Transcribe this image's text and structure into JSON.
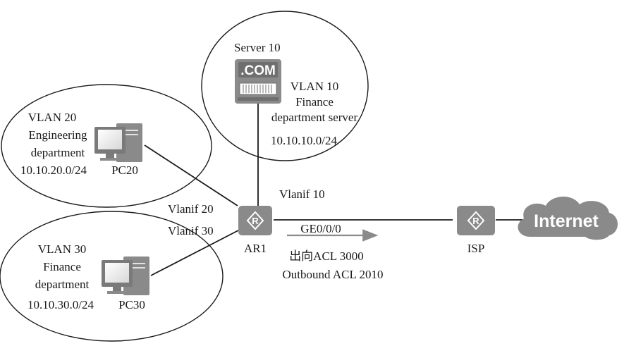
{
  "zones": {
    "server": {
      "title": "Server 10",
      "vlan": "VLAN 10",
      "line1": "Finance",
      "line2": "department server",
      "subnet": "10.10.10.0/24",
      "logo": ".COM"
    },
    "engineering": {
      "vlan": "VLAN 20",
      "line1": "Engineering",
      "line2": "department",
      "subnet": "10.10.20.0/24",
      "pc": "PC20"
    },
    "finance": {
      "vlan": "VLAN 30",
      "line1": "Finance",
      "line2": "department",
      "subnet": "10.10.30.0/24",
      "pc": "PC30"
    }
  },
  "router": {
    "name": "AR1",
    "if10": "Vlanif 10",
    "if20": "Vlanif 20",
    "if30": "Vlanif 30"
  },
  "uplink": {
    "port": "GE0/0/0",
    "acl_cn": "出向ACL 3000",
    "acl_en": "Outbound ACL 2010"
  },
  "isp": {
    "name": "ISP"
  },
  "internet": {
    "label": "Internet"
  },
  "colors": {
    "device": "#8a8a8a",
    "device_dark": "#6f6f6f",
    "line": "#1a1a1a",
    "arrow": "#8a8a8a",
    "cloud": "#8a8a8a"
  },
  "icons": {
    "router": "router-icon",
    "server": "server-icon",
    "pc": "pc-icon",
    "cloud": "cloud-icon"
  }
}
